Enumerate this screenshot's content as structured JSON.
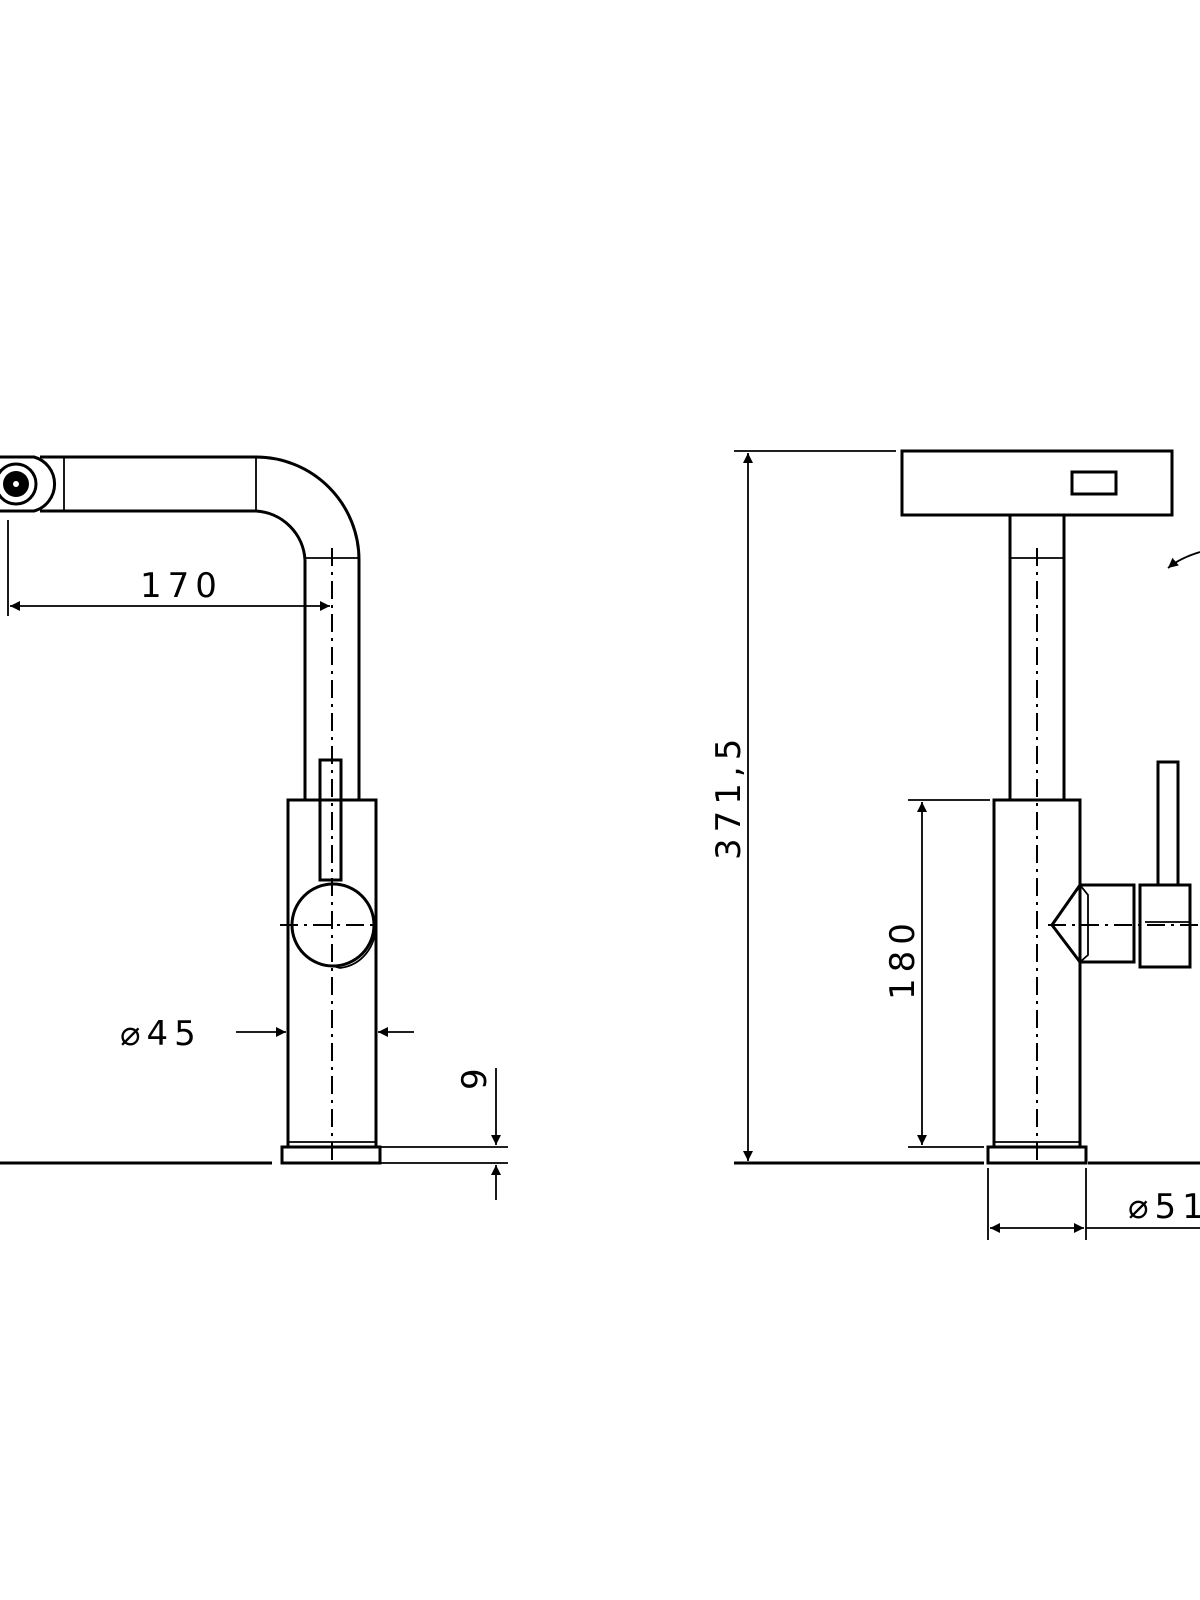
{
  "dimensions": {
    "reach": "170",
    "body_diameter": "⌀45",
    "base_height": "9",
    "total_height": "371,5",
    "handle_height": "180",
    "base_diameter": "⌀51"
  },
  "colors": {
    "ink": "#000000",
    "paper": "#ffffff"
  }
}
